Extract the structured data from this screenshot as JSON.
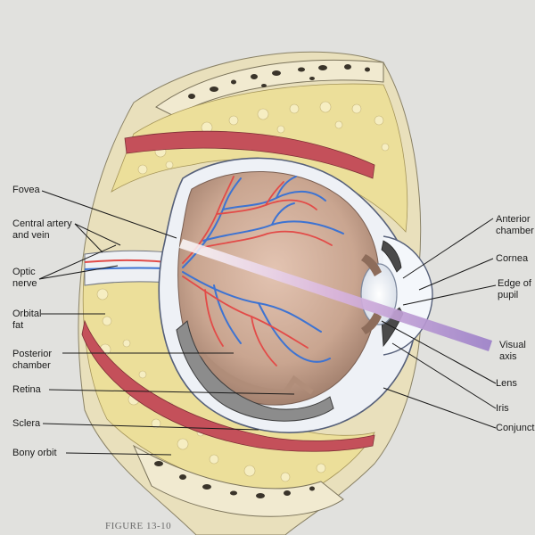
{
  "labels": {
    "fovea": "Fovea",
    "central_artery_vein": "Central artery and vein",
    "optic_nerve": "Optic nerve",
    "orbital_fat": "Orbital fat",
    "posterior_chamber": "Posterior chamber",
    "retina": "Retina",
    "sclera": "Sclera",
    "bony_orbit": "Bony orbit",
    "anterior_chamber": "Anterior chamber",
    "cornea": "Cornea",
    "edge_of_pupil": "Edge of pupil",
    "visual_axis": "Visual axis",
    "lens": "Lens",
    "iris": "Iris",
    "conjunctiva": "Conjunctiv"
  },
  "caption": "FIGURE 13-10",
  "colors": {
    "page": "#dcdcd8",
    "fat": "#ecdf9a",
    "bone": "#efe7c4",
    "muscle": "#c4505a",
    "sclera": "#eef1f6",
    "retina_fill": "#c7a58f",
    "vein": "#3d73d2",
    "artery": "#e24b48",
    "visual_axis": "#b48fcf"
  }
}
